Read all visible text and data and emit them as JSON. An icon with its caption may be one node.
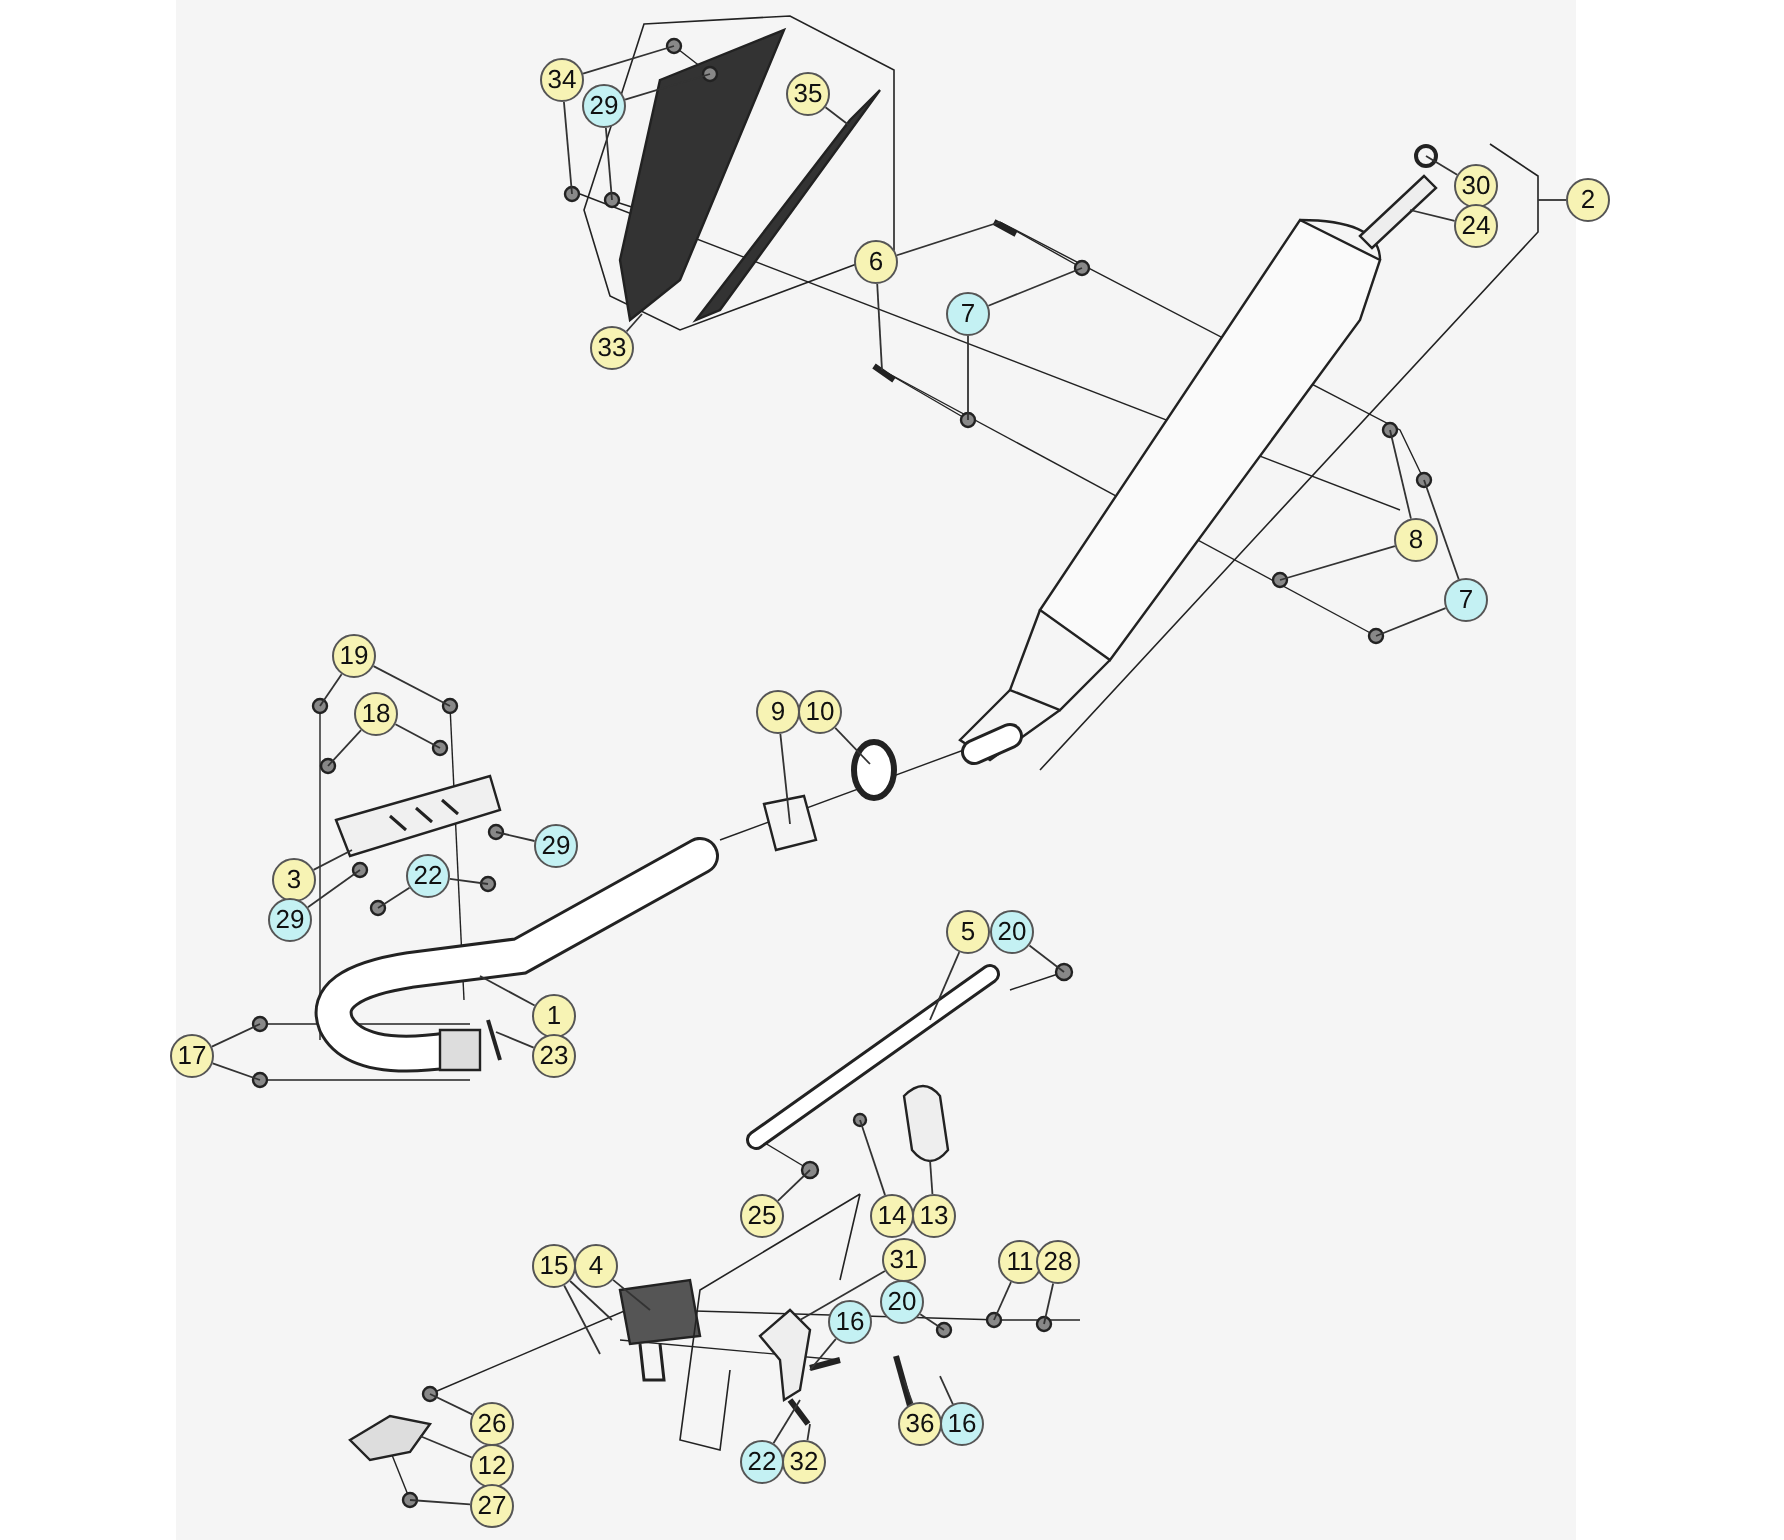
{
  "diagram": {
    "nodes": [
      {
        "text": [
          "34"
        ]
      },
      {
        "text": [
          "29"
        ]
      },
      {
        "text": [
          "35"
        ]
      },
      {
        "text": [
          "33"
        ]
      },
      {
        "text": [
          "30"
        ]
      },
      {
        "text": [
          "24"
        ]
      },
      {
        "text": [
          "2"
        ]
      },
      {
        "text": [
          "6"
        ]
      },
      {
        "text": [
          "7"
        ]
      },
      {
        "text": [
          "8"
        ]
      },
      {
        "text": [
          "7"
        ]
      },
      {
        "text": [
          "19"
        ]
      },
      {
        "text": [
          "18"
        ]
      },
      {
        "text": [
          "9"
        ]
      },
      {
        "text": [
          "10"
        ]
      },
      {
        "text": [
          "3"
        ]
      },
      {
        "text": [
          "29"
        ]
      },
      {
        "text": [
          "22"
        ]
      },
      {
        "text": [
          "29"
        ]
      },
      {
        "text": [
          "1"
        ]
      },
      {
        "text": [
          "23"
        ]
      },
      {
        "text": [
          "17"
        ]
      },
      {
        "text": [
          "5"
        ]
      },
      {
        "text": [
          "20"
        ]
      },
      {
        "text": [
          "25"
        ]
      },
      {
        "text": [
          "14"
        ]
      },
      {
        "text": [
          "13"
        ]
      },
      {
        "text": [
          "15"
        ]
      },
      {
        "text": [
          "4"
        ]
      },
      {
        "text": [
          "31"
        ]
      },
      {
        "text": [
          "11"
        ]
      },
      {
        "text": [
          "28"
        ]
      },
      {
        "text": [
          "20"
        ]
      },
      {
        "text": [
          "16"
        ]
      },
      {
        "text": [
          "26"
        ]
      },
      {
        "text": [
          "12"
        ]
      },
      {
        "text": [
          "27"
        ]
      },
      {
        "text": [
          "36"
        ]
      },
      {
        "text": [
          "16"
        ]
      },
      {
        "text": [
          "22"
        ]
      },
      {
        "text": [
          "32"
        ]
      }
    ],
    "edges": [
      {
        "from": 0,
        "to": null,
        "arrow": "none"
      },
      {
        "from": 0,
        "to": null,
        "arrow": "none"
      },
      {
        "from": 1,
        "to": null,
        "arrow": "none"
      },
      {
        "from": 1,
        "to": null,
        "arrow": "none"
      },
      {
        "from": 2,
        "to": null,
        "arrow": "none"
      },
      {
        "from": 3,
        "to": null,
        "arrow": "none"
      },
      {
        "from": 4,
        "to": null,
        "arrow": "none"
      },
      {
        "from": 5,
        "to": null,
        "arrow": "none"
      },
      {
        "from": 6,
        "to": null,
        "arrow": "none"
      },
      {
        "from": 7,
        "to": null,
        "arrow": "none"
      },
      {
        "from": 7,
        "to": null,
        "arrow": "none"
      },
      {
        "from": 8,
        "to": null,
        "arrow": "none"
      },
      {
        "from": 8,
        "to": null,
        "arrow": "none"
      },
      {
        "from": 9,
        "to": null,
        "arrow": "none"
      },
      {
        "from": 9,
        "to": null,
        "arrow": "none"
      },
      {
        "from": 10,
        "to": null,
        "arrow": "none"
      },
      {
        "from": 10,
        "to": null,
        "arrow": "none"
      },
      {
        "from": 11,
        "to": null,
        "arrow": "none"
      },
      {
        "from": 11,
        "to": null,
        "arrow": "none"
      },
      {
        "from": 12,
        "to": null,
        "arrow": "none"
      },
      {
        "from": 12,
        "to": null,
        "arrow": "none"
      },
      {
        "from": 13,
        "to": null,
        "arrow": "none"
      },
      {
        "from": 14,
        "to": null,
        "arrow": "none"
      },
      {
        "from": 15,
        "to": null,
        "arrow": "none"
      },
      {
        "from": 16,
        "to": null,
        "arrow": "none"
      },
      {
        "from": 17,
        "to": null,
        "arrow": "none"
      },
      {
        "from": 17,
        "to": null,
        "arrow": "none"
      },
      {
        "from": 18,
        "to": null,
        "arrow": "none"
      },
      {
        "from": 19,
        "to": null,
        "arrow": "none"
      },
      {
        "from": 20,
        "to": null,
        "arrow": "none"
      },
      {
        "from": 21,
        "to": null,
        "arrow": "none"
      },
      {
        "from": 21,
        "to": null,
        "arrow": "none"
      },
      {
        "from": 22,
        "to": null,
        "arrow": "none"
      },
      {
        "from": 23,
        "to": null,
        "arrow": "none"
      },
      {
        "from": 24,
        "to": null,
        "arrow": "none"
      },
      {
        "from": 25,
        "to": null,
        "arrow": "none"
      },
      {
        "from": 26,
        "to": null,
        "arrow": "none"
      },
      {
        "from": 27,
        "to": null,
        "arrow": "none"
      },
      {
        "from": 27,
        "to": null,
        "arrow": "none"
      },
      {
        "from": 28,
        "to": null,
        "arrow": "none"
      },
      {
        "from": 29,
        "to": null,
        "arrow": "none"
      },
      {
        "from": 30,
        "to": null,
        "arrow": "none"
      },
      {
        "from": 31,
        "to": null,
        "arrow": "none"
      },
      {
        "from": 32,
        "to": null,
        "arrow": "none"
      },
      {
        "from": 33,
        "to": null,
        "arrow": "none"
      },
      {
        "from": 34,
        "to": null,
        "arrow": "none"
      },
      {
        "from": 35,
        "to": null,
        "arrow": "none"
      },
      {
        "from": 36,
        "to": null,
        "arrow": "none"
      },
      {
        "from": 37,
        "to": null,
        "arrow": "none"
      },
      {
        "from": 38,
        "to": null,
        "arrow": "none"
      },
      {
        "from": 39,
        "to": null,
        "arrow": "none"
      },
      {
        "from": 40,
        "to": null,
        "arrow": "none"
      }
    ]
  }
}
